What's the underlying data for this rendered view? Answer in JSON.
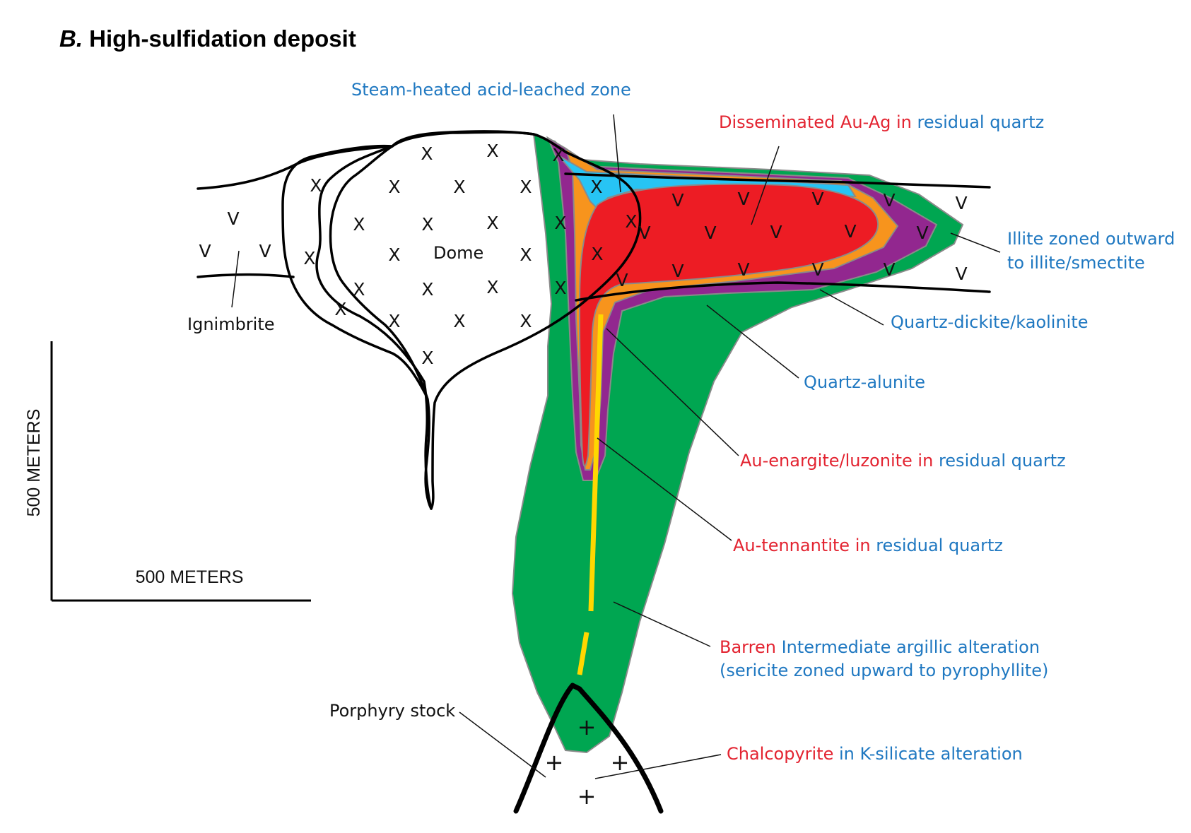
{
  "title": {
    "prefix": "B.",
    "text": "High-sulfidation deposit"
  },
  "labels": {
    "steam": "Steam-heated acid-leached zone",
    "disseminated_red": "Disseminated Au-Ag in",
    "disseminated_blue": "residual quartz",
    "illite_1": "Illite zoned outward",
    "illite_2": "to illite/smectite",
    "dickite": "Quartz-dickite/kaolinite",
    "alunite": "Quartz-alunite",
    "enargite_red": "Au-enargite/luzonite in",
    "enargite_blue": "residual quartz",
    "tennantite_red": "Au-tennantite in",
    "tennantite_blue": "residual quartz",
    "barren_red": "Barren",
    "barren_blue": "Intermediate argillic alteration",
    "barren_2": "(sericite zoned upward to pyrophyllite)",
    "chalco_red": "Chalcopyrite",
    "chalco_blue": "in K-silicate alteration",
    "porphyry": "Porphyry stock",
    "ignimbrite": "Ignimbrite",
    "dome": "Dome"
  },
  "scale": {
    "vertical": "500 METERS",
    "horizontal": "500 METERS"
  },
  "symbols": {
    "dome_rock": "X",
    "volcanic_rock": "V",
    "intrusive_rock": "+"
  },
  "colors": {
    "green": "#00a651",
    "purple": "#92278f",
    "orange": "#f7941d",
    "red": "#ed1c24",
    "cyan": "#27c4f4",
    "yellow": "#ffd700",
    "label_blue": "#1f78c1",
    "label_red": "#e32431"
  }
}
